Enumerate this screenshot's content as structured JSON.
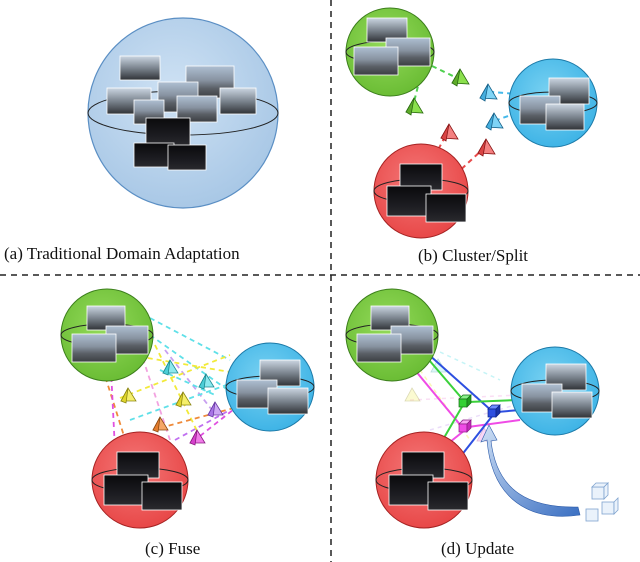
{
  "captions": {
    "a": "(a) Traditional Domain Adaptation",
    "b": "(b) Cluster/Split",
    "c": "(c) Fuse",
    "d": "(d) Update"
  },
  "colors": {
    "sphere_blue": "#b8d3ec",
    "sphere_blue_bright": "#5ec3ec",
    "sphere_green": "#7fcc45",
    "sphere_red": "#f05a5a",
    "divider": "#222222"
  },
  "icons": {
    "prototype": "pyramid-icon",
    "update_prototype": "cube-icon",
    "update_arrow": "curved-arrow-icon"
  }
}
